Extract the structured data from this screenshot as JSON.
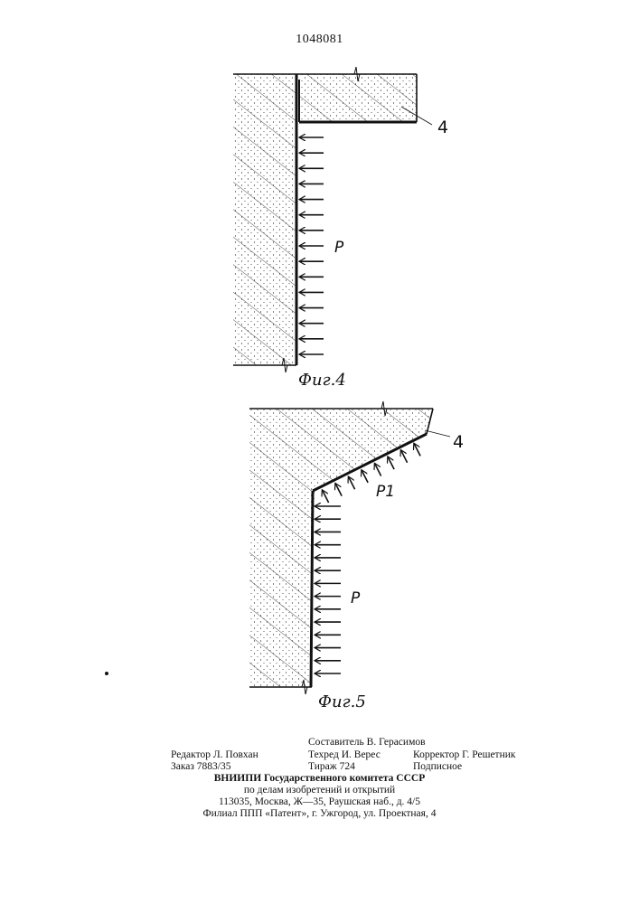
{
  "patent_number": "1048081",
  "figures": [
    {
      "caption": "Фиг.4",
      "pressure_label": "P",
      "ref_label": "4",
      "pressure_arrows": 15
    },
    {
      "caption": "Фиг.5",
      "pressure_label": "P",
      "pressure_label_sloped": "P1",
      "ref_label": "4",
      "pressure_arrows": 14,
      "sloped_arrows": 8
    }
  ],
  "imprint": {
    "compiler": "Составитель В. Герасимов",
    "editor": "Редактор Л. Повхан",
    "techred": "Техред И. Верес",
    "corrector": "Корректор Г. Решетник",
    "order": "Заказ 7883/35",
    "circulation": "Тираж 724",
    "subscription": "Подписное",
    "org1": "ВНИИПИ Государственного комитета СССР",
    "org2": "по делам изобретений и открытий",
    "address": "113035, Москва, Ж—35, Раушская наб., д. 4/5",
    "branch": "Филиал ППП «Патент», г. Ужгород, ул. Проектная, 4"
  }
}
